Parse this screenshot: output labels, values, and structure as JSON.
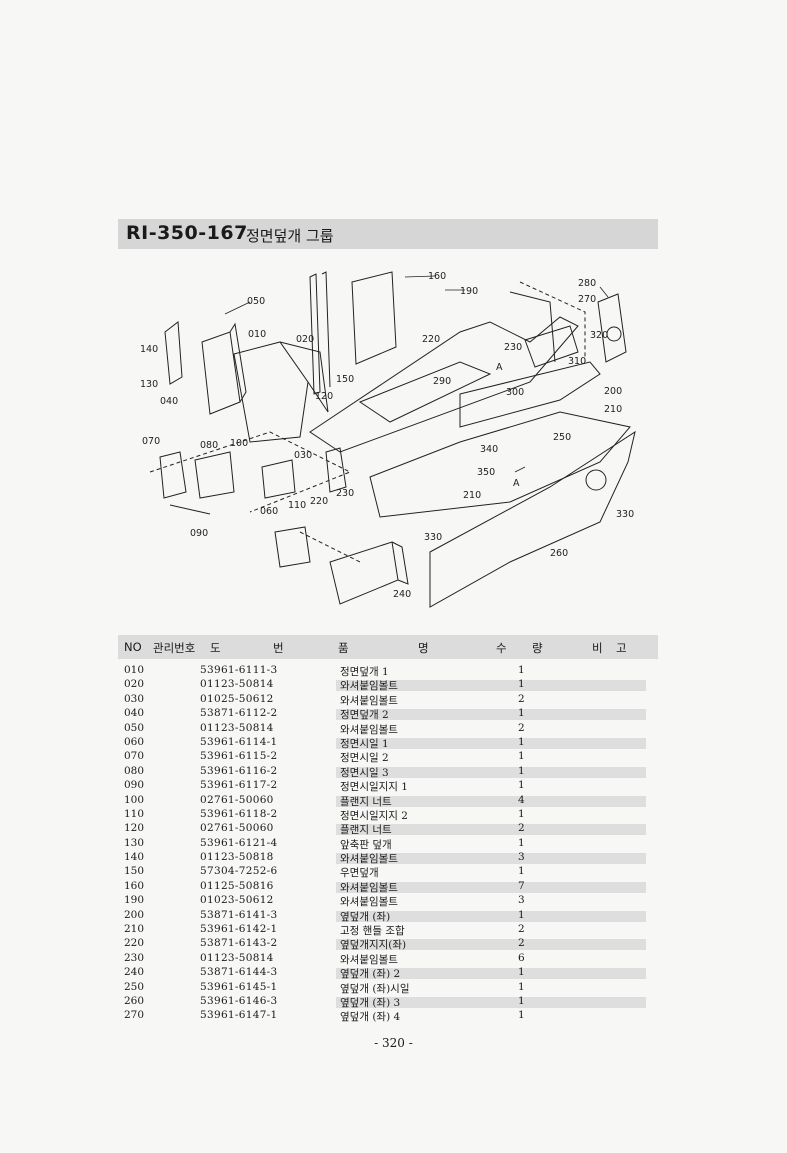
{
  "title": {
    "code": "RI-350-167",
    "name": "정면덮개 그룹"
  },
  "diagram": {
    "callouts": [
      "010",
      "020",
      "030",
      "040",
      "050",
      "060",
      "070",
      "080",
      "090",
      "100",
      "110",
      "120",
      "130",
      "140",
      "150",
      "160",
      "190",
      "200",
      "210",
      "210",
      "220",
      "220",
      "230",
      "230",
      "240",
      "250",
      "260",
      "270",
      "280",
      "290",
      "300",
      "310",
      "320",
      "330",
      "330",
      "340",
      "350",
      "A",
      "A"
    ]
  },
  "table": {
    "headers": {
      "no": "NO",
      "mgmt": "관리번호",
      "drawing_1": "도",
      "drawing_2": "번",
      "name_1": "품",
      "name_2": "명",
      "qty_1": "수",
      "qty_2": "량",
      "note_1": "비",
      "note_2": "고"
    },
    "rows": [
      {
        "no": "010",
        "drawing": "53961-6111-3",
        "name": "정면덮개 1",
        "qty": "1"
      },
      {
        "no": "020",
        "drawing": "01123-50814",
        "name": "와셔붙임볼트",
        "qty": "1"
      },
      {
        "no": "030",
        "drawing": "01025-50612",
        "name": "와셔붙임볼트",
        "qty": "2"
      },
      {
        "no": "040",
        "drawing": "53871-6112-2",
        "name": "정면덮개 2",
        "qty": "1"
      },
      {
        "no": "050",
        "drawing": "01123-50814",
        "name": "와셔붙임볼트",
        "qty": "2"
      },
      {
        "no": "060",
        "drawing": "53961-6114-1",
        "name": "정면시일 1",
        "qty": "1"
      },
      {
        "no": "070",
        "drawing": "53961-6115-2",
        "name": "정면시일 2",
        "qty": "1"
      },
      {
        "no": "080",
        "drawing": "53961-6116-2",
        "name": "정면시일 3",
        "qty": "1"
      },
      {
        "no": "090",
        "drawing": "53961-6117-2",
        "name": "정면시일지지 1",
        "qty": "1"
      },
      {
        "no": "100",
        "drawing": "02761-50060",
        "name": "플랜지 너트",
        "qty": "4"
      },
      {
        "no": "110",
        "drawing": "53961-6118-2",
        "name": "정면시일지지 2",
        "qty": "1"
      },
      {
        "no": "120",
        "drawing": "02761-50060",
        "name": "플랜지 너트",
        "qty": "2"
      },
      {
        "no": "130",
        "drawing": "53961-6121-4",
        "name": "앞축판 덮개",
        "qty": "1"
      },
      {
        "no": "140",
        "drawing": "01123-50818",
        "name": "와셔붙임볼트",
        "qty": "3"
      },
      {
        "no": "150",
        "drawing": "57304-7252-6",
        "name": "우면덮개",
        "qty": "1"
      },
      {
        "no": "160",
        "drawing": "01125-50816",
        "name": "와셔붙임볼트",
        "qty": "7"
      },
      {
        "no": "190",
        "drawing": "01023-50612",
        "name": "와셔붙임볼트",
        "qty": "3"
      },
      {
        "no": "200",
        "drawing": "53871-6141-3",
        "name": "옆덮개 (좌)",
        "qty": "1"
      },
      {
        "no": "210",
        "drawing": "53961-6142-1",
        "name": "고정 핸들 조합",
        "qty": "2"
      },
      {
        "no": "220",
        "drawing": "53871-6143-2",
        "name": "옆덮개지지(좌)",
        "qty": "2"
      },
      {
        "no": "230",
        "drawing": "01123-50814",
        "name": "와셔붙임볼트",
        "qty": "6"
      },
      {
        "no": "240",
        "drawing": "53871-6144-3",
        "name": "옆덮개 (좌) 2",
        "qty": "1"
      },
      {
        "no": "250",
        "drawing": "53961-6145-1",
        "name": "옆덮개 (좌)시일",
        "qty": "1"
      },
      {
        "no": "260",
        "drawing": "53961-6146-3",
        "name": "옆덮개 (좌) 3",
        "qty": "1"
      },
      {
        "no": "270",
        "drawing": "53961-6147-1",
        "name": "옆덮개 (좌) 4",
        "qty": "1"
      }
    ]
  },
  "page_number": "- 320 -"
}
